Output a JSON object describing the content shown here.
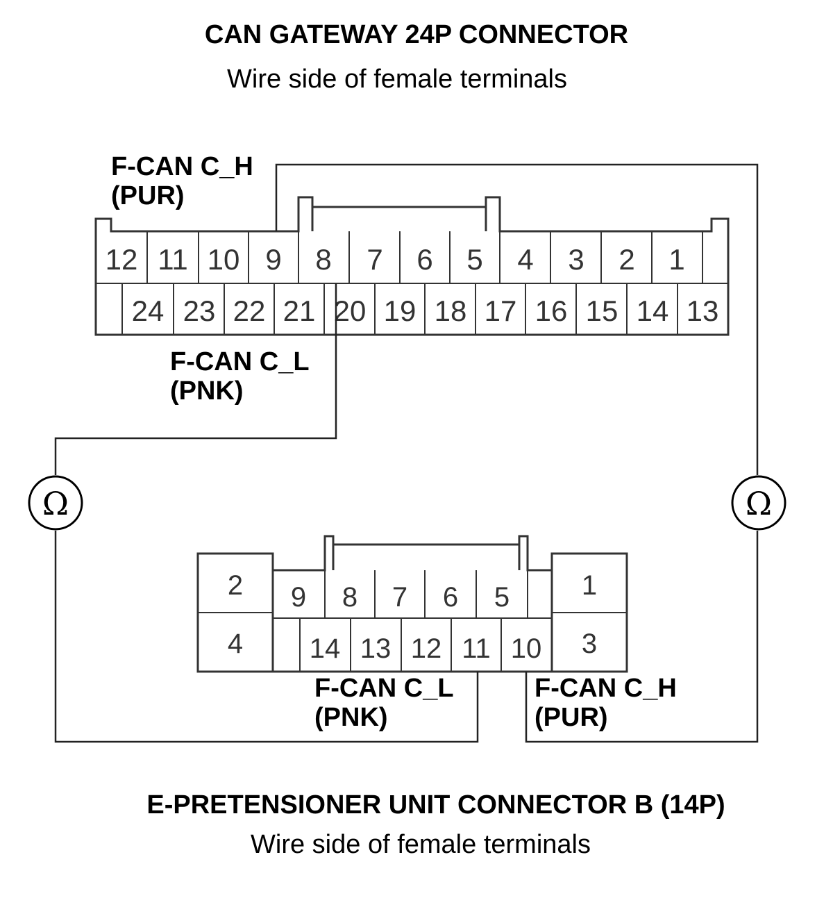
{
  "top_connector": {
    "title": "CAN GATEWAY 24P CONNECTOR",
    "subtitle": "Wire side of female terminals",
    "row1_pins": [
      "12",
      "11",
      "10",
      "9",
      "8",
      "7",
      "6",
      "5",
      "4",
      "3",
      "2",
      "1"
    ],
    "row2_pins": [
      "24",
      "23",
      "22",
      "21",
      "20",
      "19",
      "18",
      "17",
      "16",
      "15",
      "14",
      "13"
    ],
    "wire_h_label": "F-CAN C_H",
    "wire_h_color": "(PUR)",
    "wire_l_label": "F-CAN C_L",
    "wire_l_color": "(PNK)"
  },
  "bottom_connector": {
    "title": "E-PRETENSIONER UNIT CONNECTOR B (14P)",
    "subtitle": "Wire side of female terminals",
    "row1_center_pins": [
      "9",
      "8",
      "7",
      "6",
      "5"
    ],
    "row2_center_pins": [
      "14",
      "13",
      "12",
      "11",
      "10"
    ],
    "left_pins": [
      "2",
      "4"
    ],
    "right_pins": [
      "1",
      "3"
    ],
    "wire_l_label": "F-CAN C_L",
    "wire_l_color": "(PNK)",
    "wire_h_label": "F-CAN C_H",
    "wire_h_color": "(PUR)"
  },
  "meters": {
    "left_symbol": "Ω",
    "right_symbol": "Ω"
  }
}
